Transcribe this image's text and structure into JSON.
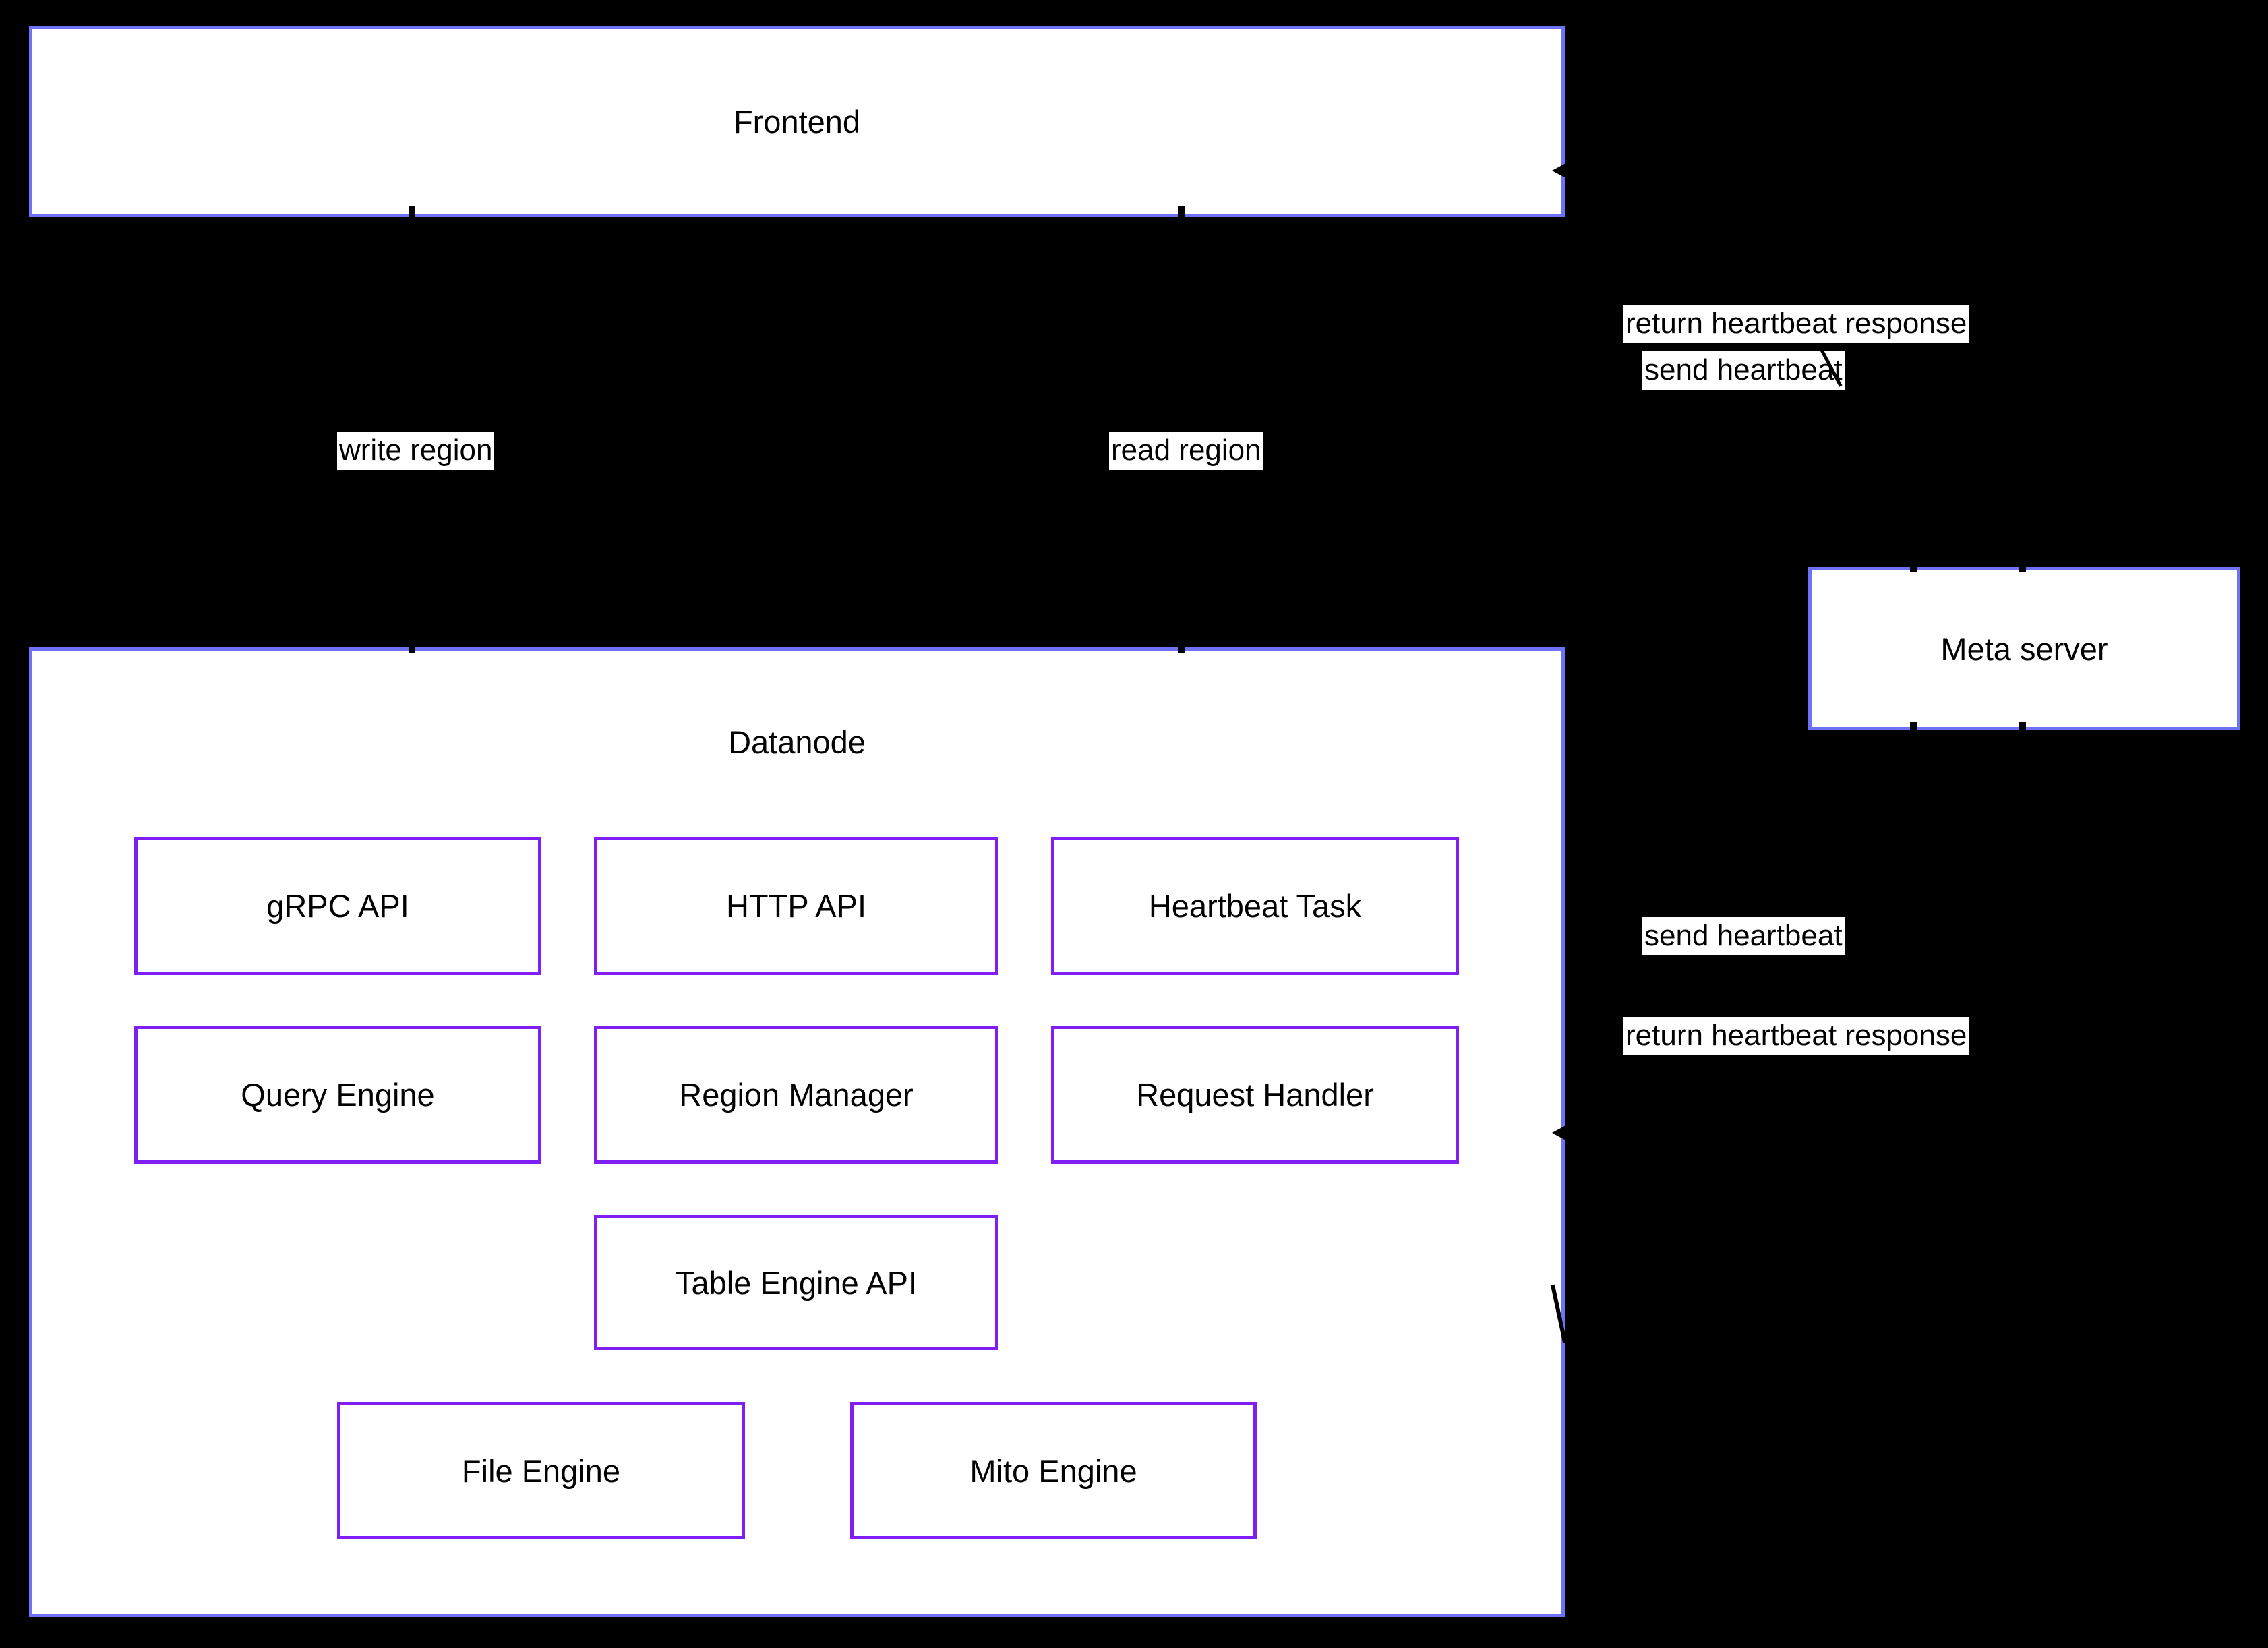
{
  "diagram": {
    "title": "database cluster architecture flowchart",
    "colors": {
      "background": "#000000",
      "container_border": "#6e72f6",
      "component_border": "#7f1ff4",
      "node_fill": "#ffffff",
      "text": "#000000",
      "edge": "#000000"
    },
    "nodes": {
      "frontend": {
        "label": "Frontend"
      },
      "datanode": {
        "label": "Datanode"
      },
      "meta_server": {
        "label": "Meta server"
      },
      "grpc_api": {
        "label": "gRPC API"
      },
      "http_api": {
        "label": "HTTP API"
      },
      "heartbeat_task": {
        "label": "Heartbeat Task"
      },
      "query_engine": {
        "label": "Query Engine"
      },
      "region_manager": {
        "label": "Region Manager"
      },
      "request_handler": {
        "label": "Request Handler"
      },
      "table_engine_api": {
        "label": "Table Engine API"
      },
      "file_engine": {
        "label": "File Engine"
      },
      "mito_engine": {
        "label": "Mito Engine"
      }
    },
    "edge_labels": {
      "write_region": {
        "label": "write region"
      },
      "read_region": {
        "label": "read region"
      },
      "return_heartbeat_top": {
        "label": "return heartbeat response"
      },
      "send_heartbeat_top": {
        "label": "send heartbeat"
      },
      "send_heartbeat_mid": {
        "label": "send heartbeat"
      },
      "return_heartbeat_mid": {
        "label": "return heartbeat response"
      }
    },
    "edges": [
      {
        "from": "frontend",
        "to": "datanode",
        "label": "write region"
      },
      {
        "from": "frontend",
        "to": "datanode",
        "label": "read region"
      },
      {
        "from": "frontend",
        "to": "meta_server",
        "label": "send heartbeat"
      },
      {
        "from": "meta_server",
        "to": "frontend",
        "label": "return heartbeat response"
      },
      {
        "from": "datanode",
        "to": "meta_server",
        "label": "send heartbeat"
      },
      {
        "from": "meta_server",
        "to": "datanode",
        "label": "return heartbeat response"
      }
    ]
  }
}
